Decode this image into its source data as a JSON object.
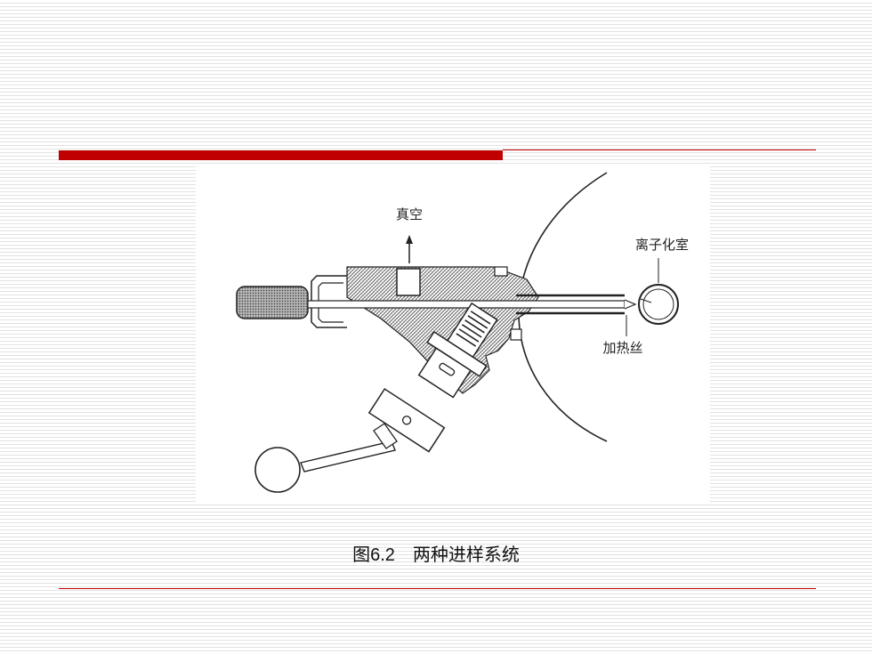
{
  "colors": {
    "accent": "#c00000",
    "stripe": "#e2e2e2",
    "line": "#222222"
  },
  "diagram": {
    "label_vacuum": "真空",
    "label_ion_chamber": "离子化室",
    "label_heater": "加热丝"
  },
  "caption": {
    "prefix": "图",
    "number": "6.2",
    "title": "两种进样系统"
  }
}
